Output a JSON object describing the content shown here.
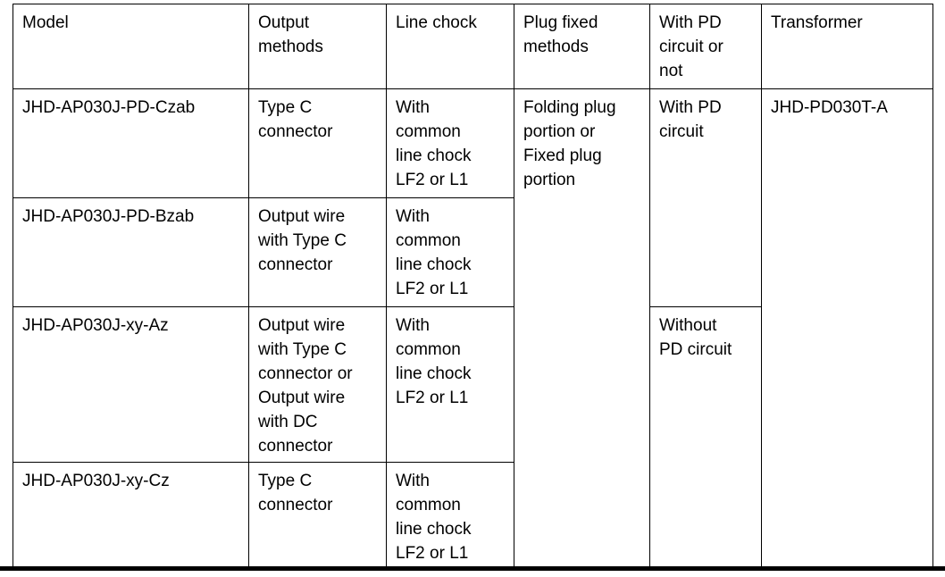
{
  "table": {
    "headers": [
      "Model",
      "Output\nmethods",
      "Line chock",
      "Plug fixed\nmethods",
      "With PD\ncircuit or\nnot",
      "Transformer"
    ],
    "rows": [
      {
        "model": "JHD-AP030J-PD-Czab",
        "output_method": "Type C\nconnector",
        "line_chock": "With\ncommon\nline chock\nLF2 or L1"
      },
      {
        "model": "JHD-AP030J-PD-Bzab",
        "output_method": "Output wire\nwith Type C\nconnector",
        "line_chock": "With\ncommon\nline chock\nLF2 or L1"
      },
      {
        "model": "JHD-AP030J-xy-Az",
        "output_method": "Output wire\nwith Type C\nconnector or\nOutput wire\nwith DC\nconnector",
        "line_chock": "With\ncommon\nline chock\nLF2 or L1"
      },
      {
        "model": "JHD-AP030J-xy-Cz",
        "output_method": "Type C\nconnector",
        "line_chock": "With\ncommon\nline chock\nLF2 or L1"
      }
    ],
    "merged": {
      "plug_fixed_methods": "Folding plug\nportion or\nFixed plug\nportion",
      "pd_with": "With PD\ncircuit",
      "pd_without": "Without\nPD circuit",
      "transformer": "JHD-PD030T-A"
    },
    "colors": {
      "border": "#000000",
      "text": "#000000",
      "background": "#ffffff"
    }
  }
}
